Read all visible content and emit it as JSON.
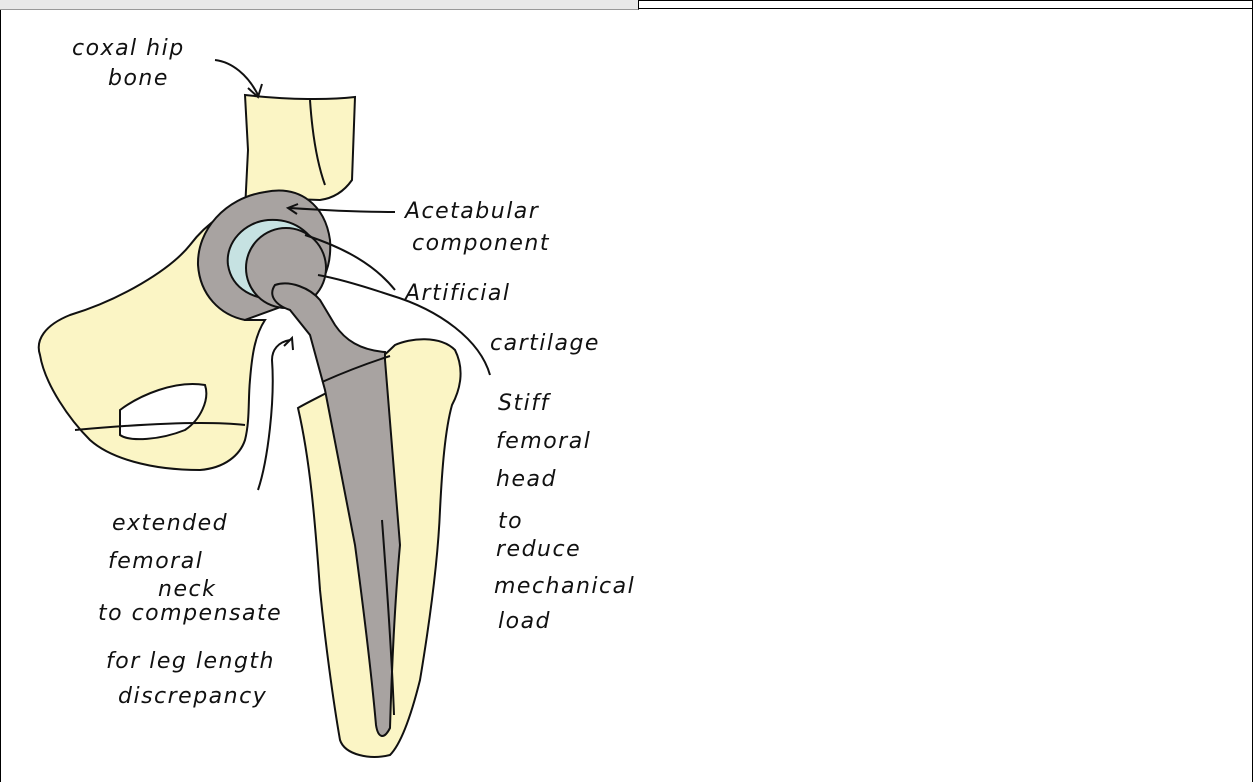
{
  "diagram": {
    "labels": {
      "coxal_hip_bone": [
        "coxal hip",
        "bone"
      ],
      "acetabular_component": [
        "Acetabular",
        "component"
      ],
      "artificial_cartilage": [
        "Artificial",
        "cartilage"
      ],
      "stiff_femoral_head": [
        "Stiff",
        "femoral",
        "head",
        "to",
        "reduce",
        "mechanical",
        "load"
      ],
      "extended_femoral_neck": [
        "extended",
        "femoral",
        "neck",
        "to compensate",
        "for leg length",
        "discrepancy"
      ]
    },
    "colors": {
      "bone": "#fbf5c5",
      "implant": "#a8a3a1",
      "cartilage": "#c6e2e2",
      "ink": "#111111"
    }
  }
}
